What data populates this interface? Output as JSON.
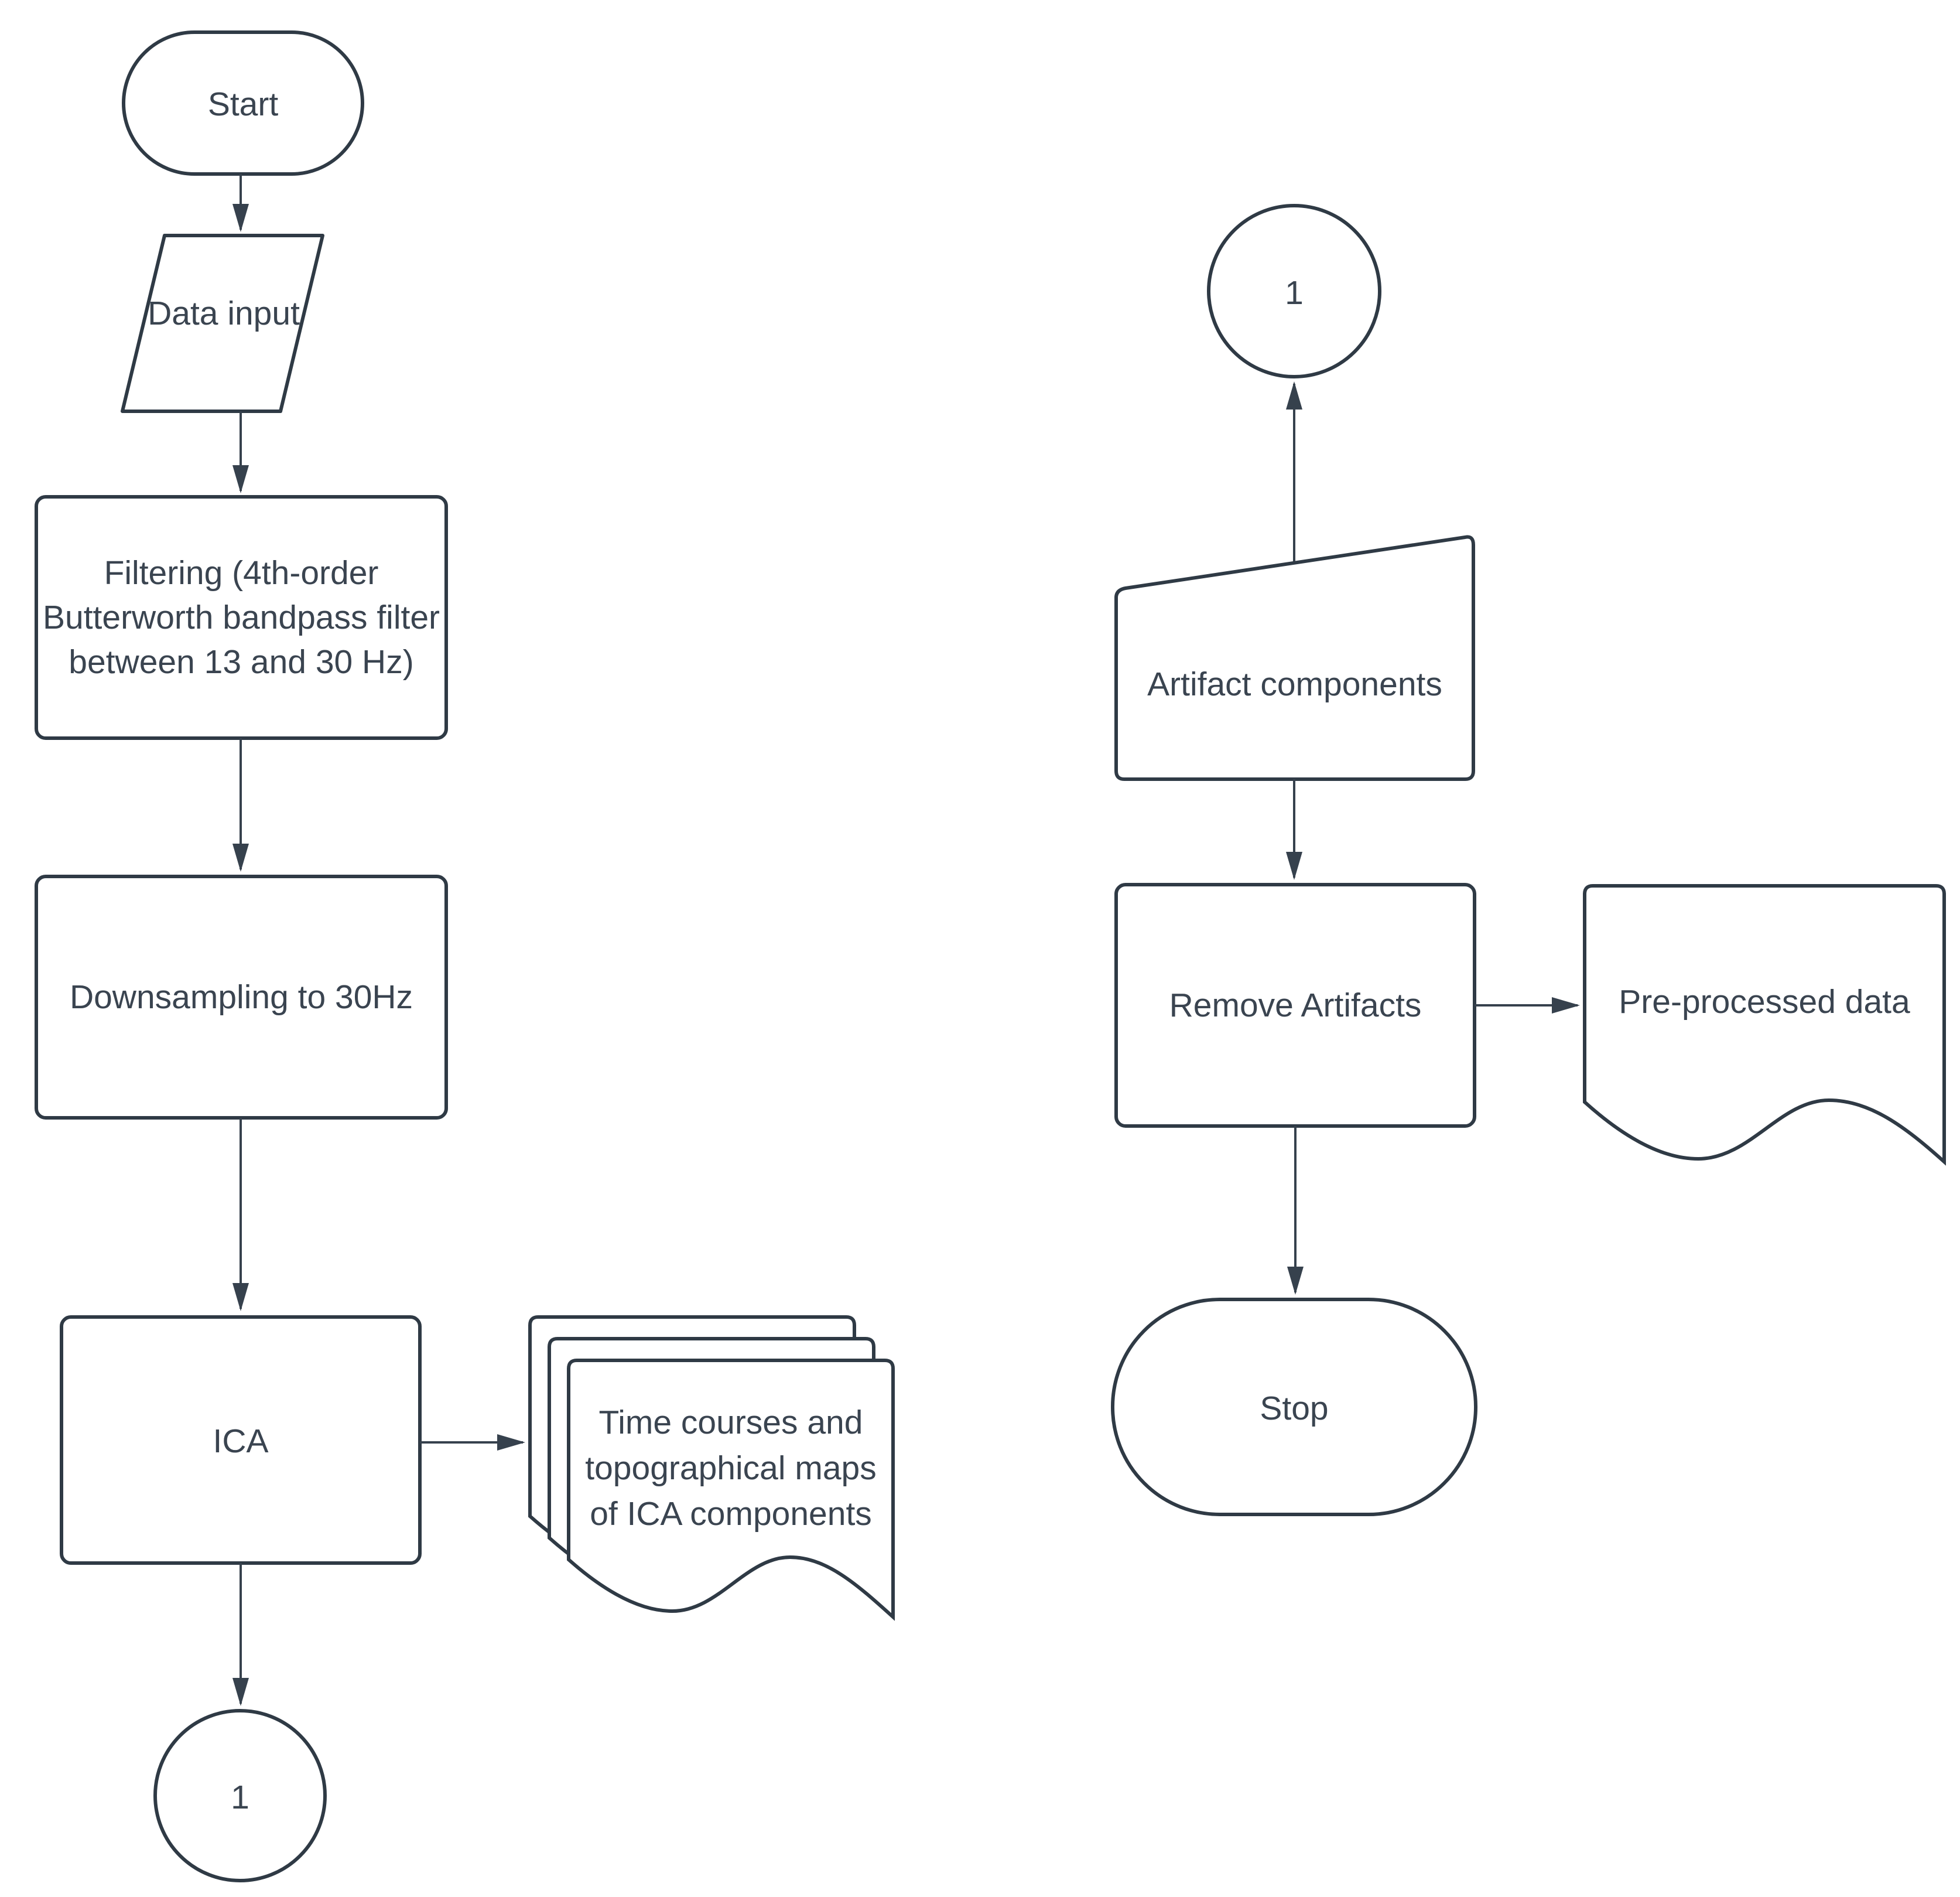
{
  "diagram": {
    "kind": "flowchart",
    "background_color": "#ffffff",
    "shape_fill_color": "#ffffff",
    "line_color": "#2f3a45",
    "text_color": "#3a4450",
    "nodes": {
      "start": {
        "shape": "terminator",
        "label": "Start"
      },
      "data_input": {
        "shape": "parallelogram",
        "label": "Data input"
      },
      "filtering": {
        "shape": "process",
        "label": "Filtering (4th-order Butterworth bandpass filter between 13 and 30 Hz)",
        "lines": [
          "Filtering (4th-order",
          "Butterworth bandpass filter",
          "between 13 and 30 Hz)"
        ]
      },
      "downsampling": {
        "shape": "process",
        "label": "Downsampling to 30Hz"
      },
      "ica": {
        "shape": "process",
        "label": "ICA"
      },
      "ica_outputs": {
        "shape": "multi_document",
        "label": "Time courses and topographical maps of ICA components",
        "lines": [
          "Time courses and",
          "topographical maps",
          "of ICA components"
        ]
      },
      "connector_left": {
        "shape": "off_page_connector",
        "label": "1"
      },
      "connector_right": {
        "shape": "off_page_connector",
        "label": "1"
      },
      "artifact_components": {
        "shape": "manual_input",
        "label": "Artifact components"
      },
      "remove_artifacts": {
        "shape": "process",
        "label": "Remove Artifacts"
      },
      "preprocessed_data": {
        "shape": "document",
        "label": "Pre-processed data"
      },
      "stop": {
        "shape": "terminator",
        "label": "Stop"
      }
    },
    "edges": [
      {
        "from": "start",
        "to": "data_input"
      },
      {
        "from": "data_input",
        "to": "filtering"
      },
      {
        "from": "filtering",
        "to": "downsampling"
      },
      {
        "from": "downsampling",
        "to": "ica"
      },
      {
        "from": "ica",
        "to": "ica_outputs"
      },
      {
        "from": "ica",
        "to": "connector_left"
      },
      {
        "from": "artifact_components",
        "to": "connector_right"
      },
      {
        "from": "artifact_components",
        "to": "remove_artifacts"
      },
      {
        "from": "remove_artifacts",
        "to": "preprocessed_data"
      },
      {
        "from": "remove_artifacts",
        "to": "stop"
      }
    ]
  }
}
